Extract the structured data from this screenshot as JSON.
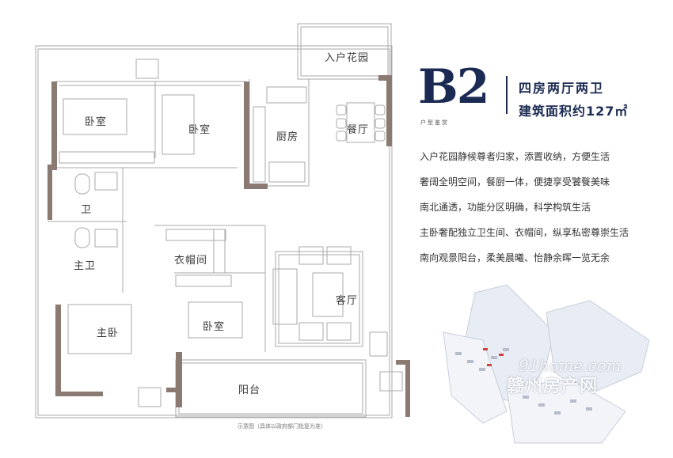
{
  "header": {
    "model_code": "B2",
    "model_subtitle": "户型鉴赏",
    "layout_type": "四房两厅两卫",
    "area_label": "建筑面积约127㎡"
  },
  "features": [
    "入户花园静候尊者归家，添置收纳，方便生活",
    "奢阔全明空间，餐厨一体，便捷享受饕餮美味",
    "南北通透，功能分区明确，科学构筑生活",
    "主卧奢配独立卫生间、衣帽间，纵享私密尊崇生活",
    "南向观景阳台，柔美晨曦、怡静余晖一览无余"
  ],
  "rooms": {
    "entry_garden": "入户花园",
    "bedroom_nw": "卧室",
    "bedroom_n": "卧室",
    "kitchen": "厨房",
    "dining": "餐厅",
    "bathroom": "卫",
    "master_bath": "主卫",
    "closet": "衣帽间",
    "living": "客厅",
    "master_bedroom": "主卧",
    "bedroom_s": "卧室",
    "balcony": "阳台"
  },
  "note": "示意图（具体以政府部门批复为准）",
  "watermark": {
    "line1": "91home.com",
    "line2": "赣州房产网"
  },
  "colors": {
    "brand_navy": "#1b2a52",
    "wall_brown": "#8b7a72",
    "plan_line": "#999999"
  }
}
